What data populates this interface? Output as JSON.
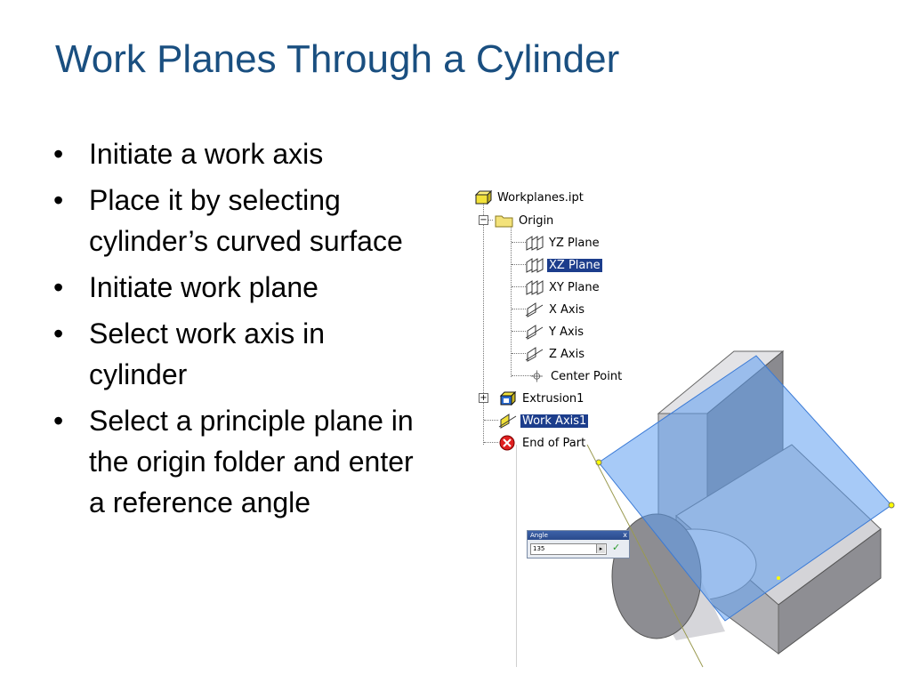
{
  "slide": {
    "title": "Work Planes Through a Cylinder",
    "bullets": [
      "Initiate a work axis",
      "Place it by selecting cylinder’s curved surface",
      "Initiate work plane",
      "Select work axis in cylinder",
      "Select a principle plane in the origin folder and enter a reference angle"
    ]
  },
  "browser": {
    "root": "Workplanes.ipt",
    "origin": "Origin",
    "yz_plane": "YZ Plane",
    "xz_plane": "XZ Plane",
    "xy_plane": "XY Plane",
    "x_axis": "X Axis",
    "y_axis": "Y Axis",
    "z_axis": "Z Axis",
    "center_point": "Center Point",
    "extrusion": "Extrusion1",
    "work_axis": "Work Axis1",
    "end_of_part": "End of Part",
    "expander_minus": "−",
    "expander_plus": "+"
  },
  "angle_dialog": {
    "title": "Angle",
    "close": "x",
    "value": "135",
    "arrow": "▸",
    "ok": "✓"
  },
  "colors": {
    "title": "#1a4f80",
    "selection": "#1c3d8c",
    "work_plane": "#6aa8f0",
    "solid": "#c8c8cc"
  }
}
